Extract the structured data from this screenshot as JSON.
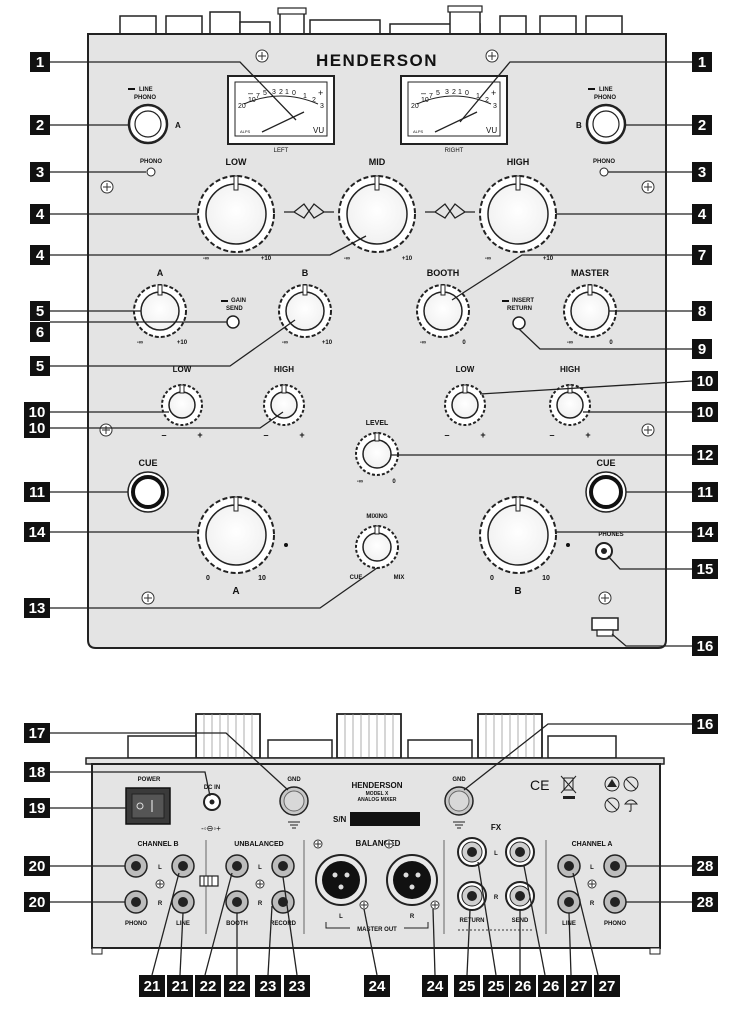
{
  "top_panel": {
    "brand": "HENDERSON",
    "vu_left": {
      "scale": [
        "20",
        "10",
        "7",
        "5",
        "3",
        "2",
        "1",
        "0",
        "1",
        "2",
        "3"
      ],
      "minus": "–",
      "plus": "+",
      "unit": "VU",
      "tiny": "ALPS",
      "caption": "LEFT"
    },
    "vu_right": {
      "scale": [
        "20",
        "10",
        "7",
        "5",
        "3",
        "2",
        "1",
        "0",
        "1",
        "2",
        "3"
      ],
      "minus": "–",
      "plus": "+",
      "unit": "VU",
      "tiny": "ALPS",
      "caption": "RIGHT"
    },
    "switch_a": {
      "line": "LINE",
      "phono": "PHONO",
      "channel": "A"
    },
    "switch_b": {
      "line": "LINE",
      "phono": "PHONO",
      "channel": "B"
    },
    "phono_led_left": "PHONO",
    "phono_led_right": "PHONO",
    "eq_main": {
      "low": "LOW",
      "mid": "MID",
      "high": "HIGH",
      "min": "-∞",
      "max": "+10"
    },
    "gain_a": {
      "label": "A",
      "min": "-∞",
      "max": "+10"
    },
    "gain_b": {
      "label": "B",
      "min": "-∞",
      "max": "+10"
    },
    "gain_send": {
      "line1": "GAIN",
      "line2": "SEND"
    },
    "booth": {
      "label": "BOOTH",
      "min": "-∞",
      "max": "0"
    },
    "master": {
      "label": "MASTER",
      "min": "-∞",
      "max": "0"
    },
    "insert_return": {
      "line1": "INSERT",
      "line2": "RETURN"
    },
    "eq_small": {
      "low": "LOW",
      "high": "HIGH",
      "minus": "–",
      "plus": "+"
    },
    "level": {
      "label": "LEVEL",
      "min": "-∞",
      "max": "0"
    },
    "cue": "CUE",
    "volume_a": {
      "min": "0",
      "max": "10",
      "channel": "A"
    },
    "volume_b": {
      "min": "0",
      "max": "10",
      "channel": "B"
    },
    "mixing": {
      "label": "MIXING",
      "left": "CUE",
      "right": "MIX"
    },
    "phones": "PHONES"
  },
  "rear_panel": {
    "power": "POWER",
    "dc_in": "DC IN",
    "dc_symbol": "-◦⊖◦+",
    "gnd_left": "GND",
    "gnd_right": "GND",
    "brand": "HENDERSON",
    "model": "MODEL X",
    "desc": "ANALOG MIXER",
    "serial": "S/N",
    "channel_b": {
      "title": "CHANNEL B",
      "phono": "PHONO",
      "line": "LINE",
      "l": "L",
      "r": "R"
    },
    "unbalanced": {
      "title": "UNBALANCED",
      "booth": "BOOTH",
      "record": "RECORD",
      "l": "L",
      "r": "R"
    },
    "balanced": {
      "title": "BALANCED",
      "l": "L",
      "r": "R",
      "master_out": "MASTER OUT"
    },
    "fx": {
      "title": "FX",
      "return": "RETURN",
      "send": "SEND",
      "l": "L",
      "r": "R"
    },
    "channel_a": {
      "title": "CHANNEL A",
      "line": "LINE",
      "phono": "PHONO",
      "l": "L",
      "r": "R"
    },
    "cert_ce": "CE"
  },
  "callouts": {
    "n1": "1",
    "n2": "2",
    "n3": "3",
    "n4": "4",
    "n5": "5",
    "n6": "6",
    "n7": "7",
    "n8": "8",
    "n9": "9",
    "n10": "10",
    "n11": "11",
    "n12": "12",
    "n13": "13",
    "n14": "14",
    "n15": "15",
    "n16": "16",
    "n17": "17",
    "n18": "18",
    "n19": "19",
    "n20": "20",
    "n21": "21",
    "n22": "22",
    "n23": "23",
    "n24": "24",
    "n25": "25",
    "n26": "26",
    "n27": "27",
    "n28": "28"
  }
}
